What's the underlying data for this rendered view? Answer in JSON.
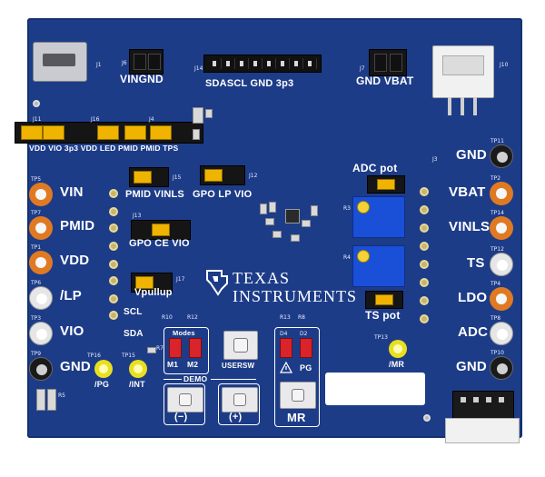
{
  "header_labels": {
    "j1": "J1",
    "j6": "J6",
    "j14": "J14",
    "j7": "J7",
    "j10": "J10",
    "vin_gnd": "VINGND",
    "sda_scl": "SDASCL GND 3p3",
    "gnd_vbat": "GND VBAT"
  },
  "jumper_row": {
    "j11": "J11",
    "j16": "J16",
    "j4": "J4",
    "labels": "VDD VIO 3p3 VDD LED PMID PMID TPS"
  },
  "left_tp_labels": [
    "VIN",
    "PMID",
    "VDD",
    "/LP",
    "VIO",
    "GND"
  ],
  "left_tp_ids": [
    "TP5",
    "TP7",
    "TP1",
    "TP6",
    "TP3",
    "TP9"
  ],
  "right_tp_labels": [
    "GND",
    "VBAT",
    "VINLS",
    "TS",
    "LDO",
    "ADC",
    "GND"
  ],
  "right_tp_ids": [
    "TP11",
    "TP2",
    "TP14",
    "TP12",
    "TP4",
    "TP8",
    "TP10"
  ],
  "center_labels": {
    "j15": "J15",
    "j12": "J12",
    "j13": "J13",
    "j17": "J17",
    "j3": "J3",
    "pmid_vinls": "PMID VINLS",
    "gpo_lp_vio": "GPO LP VIO",
    "gpo_ce_vio": "GPO CE VIO",
    "vpullup": "Vpullup",
    "scl": "SCL",
    "sda": "SDA",
    "adc_pot": "ADC pot",
    "ts_pot": "TS pot",
    "r3": "R3",
    "r4": "R4"
  },
  "logo": {
    "line1": "Texas",
    "line2": "Instruments"
  },
  "bottom": {
    "modes": "Modes",
    "m1": "M1",
    "m2": "M2",
    "usersw": "USERSW",
    "demo": "DEMO",
    "minus": "(−)",
    "plus": "(+)",
    "pg": "PG",
    "mr": "MR",
    "pg_tp": "/PG",
    "int_tp": "/INT",
    "mr_tp": "/MR",
    "tp16": "TP16",
    "tp15": "TP15",
    "tp13": "TP13",
    "r10": "R10",
    "r12": "R12",
    "r13": "R13",
    "r8": "R8",
    "d4": "D4",
    "d2": "D2",
    "r5": "R5",
    "r7": "R7"
  },
  "colors": {
    "board": "#1d3c88",
    "orange_tp": "#e07a22",
    "black_tp": "#1a1a1a",
    "white_tp": "#e6e6e6",
    "yellow_tp": "#e8df20",
    "pot": "#1a4fd8"
  }
}
